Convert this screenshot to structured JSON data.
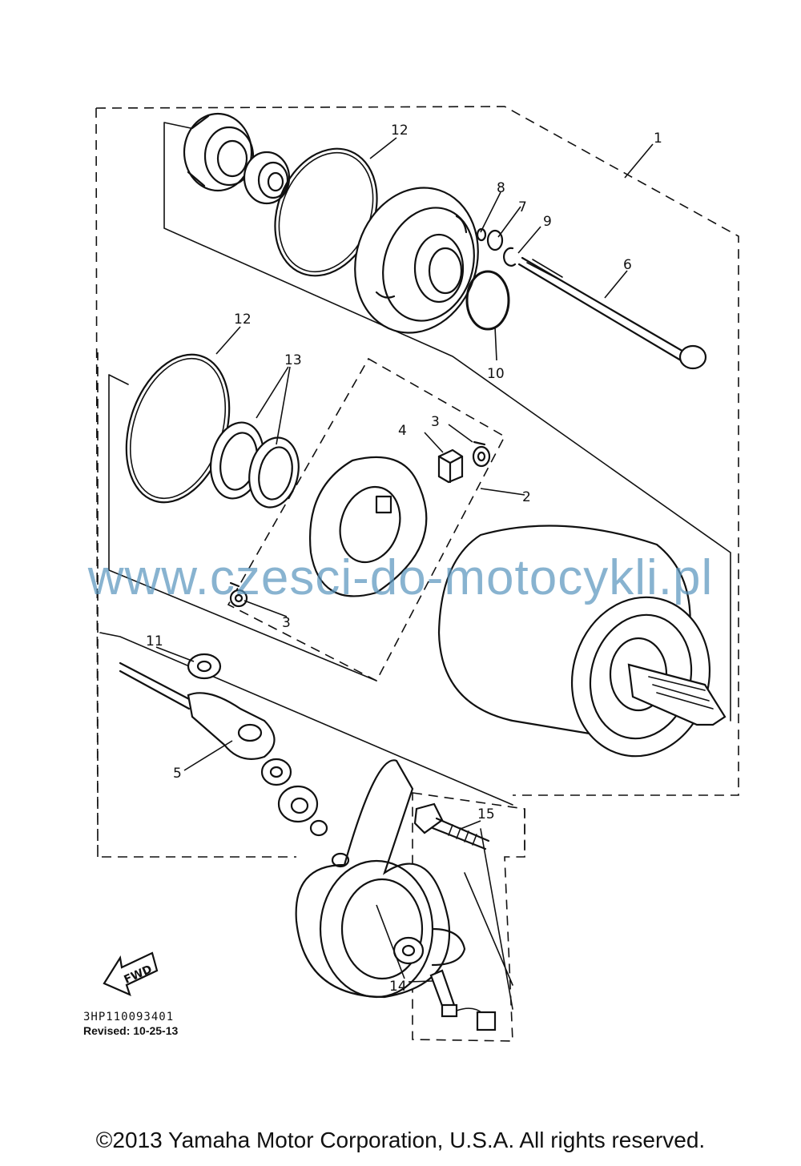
{
  "callouts": {
    "n1": "1",
    "n2": "2",
    "n3a": "3",
    "n3b": "3",
    "n4": "4",
    "n5": "5",
    "n6": "6",
    "n7": "7",
    "n8": "8",
    "n9": "9",
    "n10": "10",
    "n11": "11",
    "n12a": "12",
    "n12b": "12",
    "n13": "13",
    "n14": "14",
    "n15": "15"
  },
  "fwd_label": "FWD",
  "diagram_code": "3HP110093401",
  "revised": "Revised: 10-25-13",
  "watermark": "www.czesci-do-motocykli.pl",
  "copyright": "©2013 Yamaha Motor Corporation, U.S.A. All rights reserved."
}
